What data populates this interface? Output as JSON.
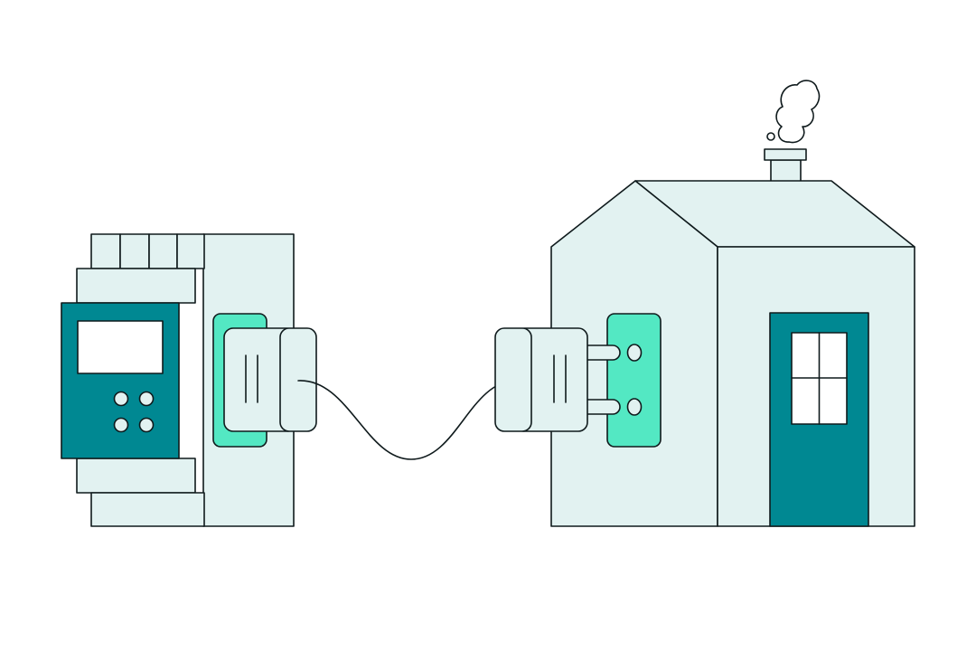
{
  "palette": {
    "background": "#ffffff",
    "light_fill": "#e2f2f1",
    "teal": "#008892",
    "mint": "#53e8c3",
    "stroke": "#0f1a1c",
    "white": "#ffffff"
  },
  "objects": [
    {
      "name": "energy-meter",
      "icon": "device-icon"
    },
    {
      "name": "meter-plug",
      "icon": "plug-icon"
    },
    {
      "name": "power-cable",
      "icon": "cable-icon"
    },
    {
      "name": "house-plug",
      "icon": "plug-icon"
    },
    {
      "name": "house",
      "icon": "house-icon"
    },
    {
      "name": "chimney-smoke",
      "icon": "smoke-icon"
    }
  ]
}
